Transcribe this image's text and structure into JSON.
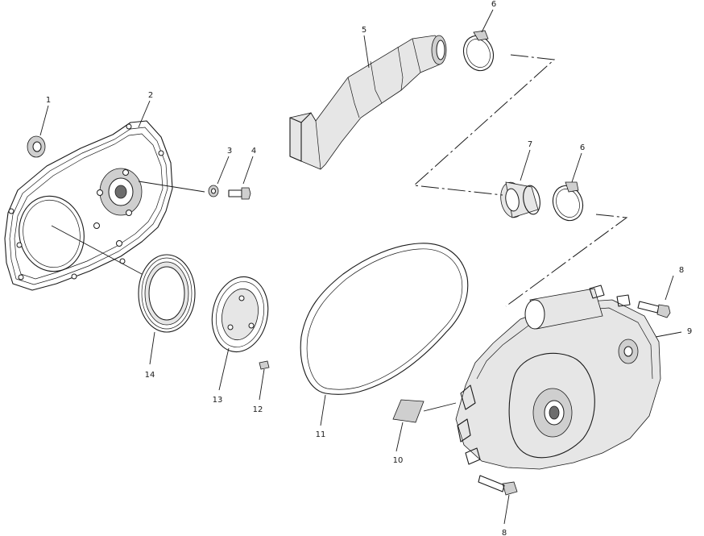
{
  "callouts": {
    "n1": "1",
    "n2": "2",
    "n3": "3",
    "n4": "4",
    "n5": "5",
    "n6a": "6",
    "n6b": "6",
    "n7": "7",
    "n8a": "8",
    "n8b": "8",
    "n9": "9",
    "n10": "10",
    "n11": "11",
    "n12": "12",
    "n13": "13",
    "n14": "14"
  },
  "colors": {
    "line": "#1a1a1a",
    "shade": "#cfcfcf",
    "background": "#ffffff"
  }
}
